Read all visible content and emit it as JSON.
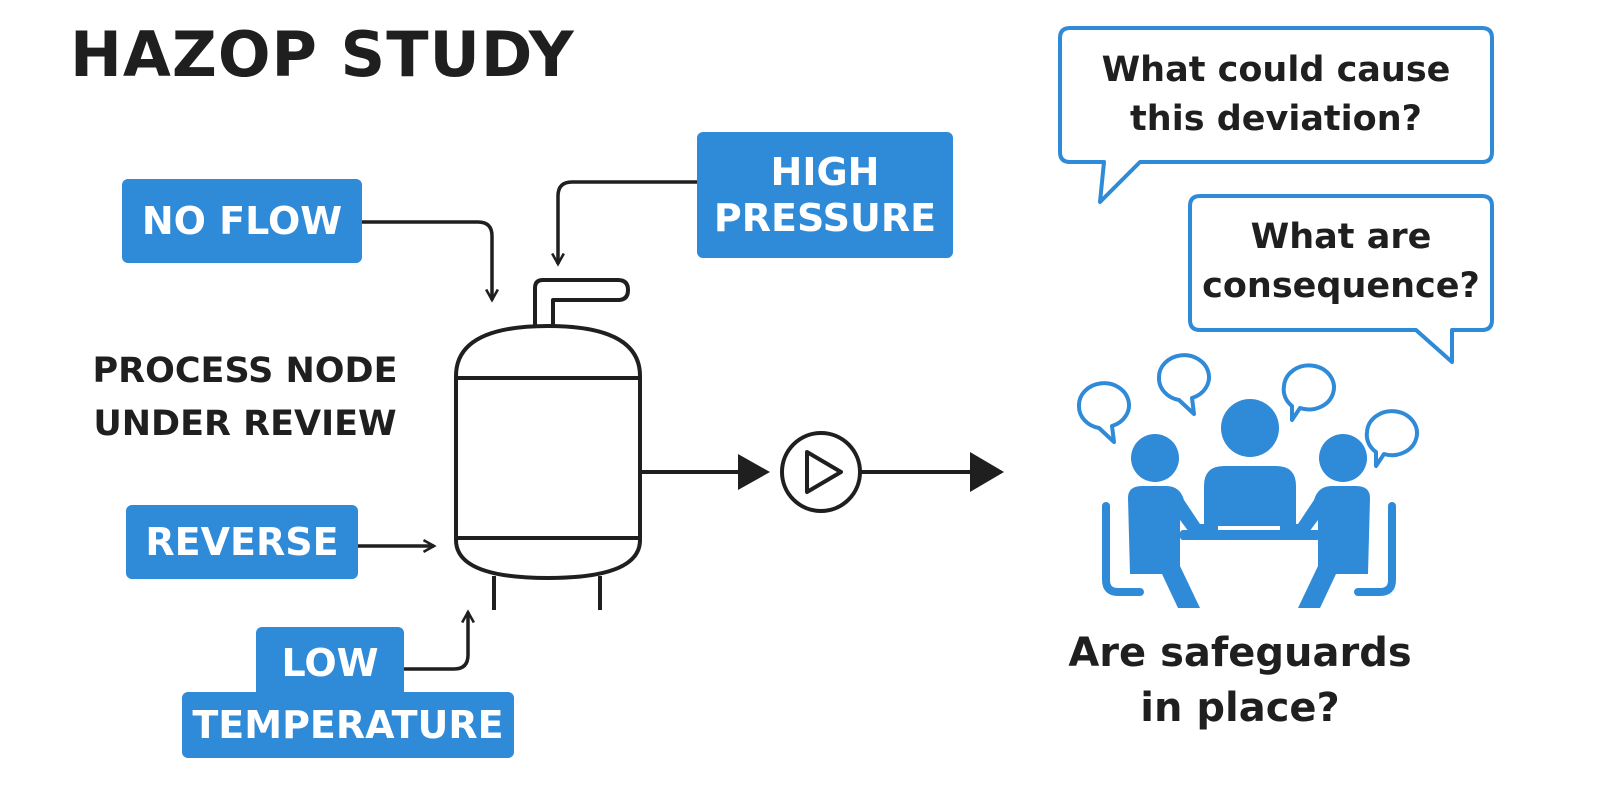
{
  "title": "HAZOP STUDY",
  "deviations": {
    "no_flow": "NO FLOW",
    "high_pressure": [
      "HIGH",
      "PRESSURE"
    ],
    "reverse": "REVERSE",
    "low": "LOW",
    "temperature": "TEMPERATURE"
  },
  "node_label": [
    "PROCESS NODE",
    "UNDER REVIEW"
  ],
  "bubbles": {
    "cause": [
      "What could cause",
      "this deviation?"
    ],
    "consequence": [
      "What are",
      "consequence?"
    ]
  },
  "safeguards_question": [
    "Are safeguards",
    "in place?"
  ],
  "colors": {
    "accent": "#2f8ad8",
    "ink": "#1f1f1f",
    "background": "#ffffff"
  },
  "icons": [
    "pressure-vessel-icon",
    "pump-icon",
    "team-meeting-icon",
    "speech-bubble-icon",
    "arrow-icon"
  ]
}
